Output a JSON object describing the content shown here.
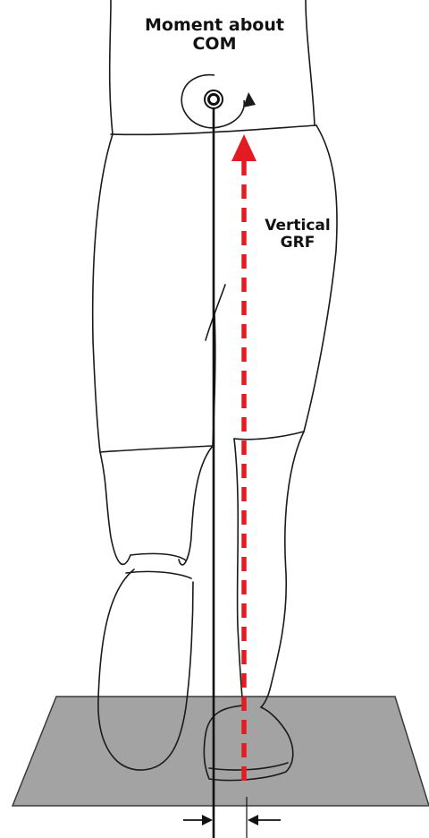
{
  "labels": {
    "moment_line1": "Moment about",
    "moment_line2": "COM",
    "grf_line1": "Vertical",
    "grf_line2": "GRF"
  },
  "colors": {
    "grf_arrow": "#e31b23",
    "force_plate": "#a3a3a3",
    "outline": "#1a1a1a"
  },
  "icons": {
    "com_marker": "circled-dot",
    "moment": "curved-arrow-counterclockwise"
  }
}
